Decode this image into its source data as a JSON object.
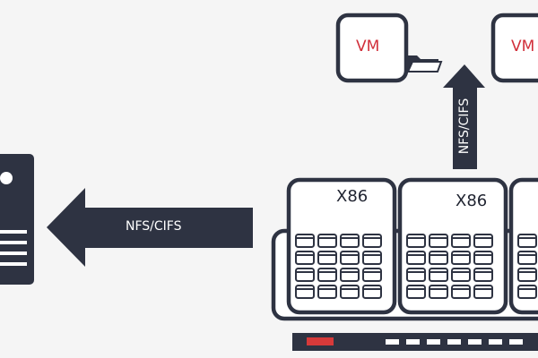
{
  "vms": [
    {
      "label": "VM"
    },
    {
      "label": "VM"
    }
  ],
  "nodes": [
    {
      "label": "X86"
    },
    {
      "label": "X86"
    }
  ],
  "arrows": {
    "left": {
      "label": "NFS/CIFS"
    },
    "up": {
      "label": "NFS/CIFS"
    }
  },
  "colors": {
    "background": "#f5f5f5",
    "outline": "#2e3342",
    "vm_text": "#d12f3a",
    "status_red": "#d63a3a",
    "arrow_fill": "#2e3342"
  },
  "icons": [
    "server-icon",
    "folder-icon"
  ]
}
